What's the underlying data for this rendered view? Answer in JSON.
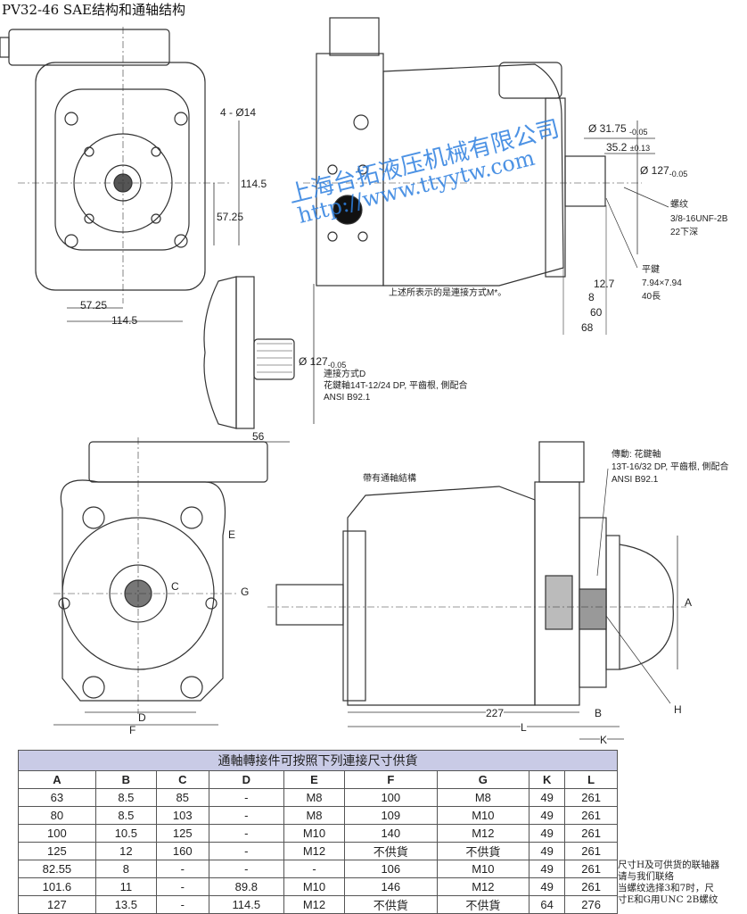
{
  "title": "PV32-46 SAE结构和通轴结构",
  "watermark": {
    "company": "上海台拓液压机械有限公司",
    "url": "http://www.ttyytw.com",
    "color": "#2d7fe0"
  },
  "front_view": {
    "holes": "4 - Ø14",
    "height": "114.5",
    "half_height": "57.25",
    "half_width": "57.25",
    "width": "114.5"
  },
  "side_view": {
    "shaft_dia": "Ø 31.75",
    "shaft_dia_tol": "-0.05",
    "key_height": "35.2",
    "key_height_tol": "±0.13",
    "pilot_dia": "Ø 127",
    "pilot_dia_tol": "-0.05",
    "thread_label": "螺纹",
    "thread_spec": "3/8-16UNF-2B",
    "thread_depth": "22下深",
    "key_label": "平鍵",
    "key_size": "7.94×7.94",
    "key_length": "40長",
    "dim_12_7": "12.7",
    "dim_8": "8",
    "dim_60": "60",
    "dim_68": "68",
    "caption": "上述所表示的是連接方式M*。"
  },
  "spline_view": {
    "pilot_dia": "Ø 127",
    "pilot_dia_tol": "-0.05",
    "line1": "連接方式D",
    "line2": "花鍵軸14T-12/24 DP, 平齒根, 側配合",
    "line3": "ANSI B92.1",
    "dim_56": "56"
  },
  "through_view": {
    "label_e": "E",
    "label_c": "C",
    "label_g": "G",
    "label_d": "D",
    "label_f": "F",
    "caption": "帶有通軸結構",
    "drive_line1": "傳動: 花鍵軸",
    "drive_line2": "13T-16/32 DP, 平齒根, 側配合",
    "drive_line3": "ANSI B92.1",
    "label_a": "A",
    "label_h": "H",
    "dim_227": "227",
    "label_l": "L",
    "label_b": "B",
    "label_k": "K"
  },
  "table": {
    "caption": "通軸轉接件可按照下列連接尺寸供貨",
    "header_bg": "#c9cbe6",
    "columns": [
      "A",
      "B",
      "C",
      "D",
      "E",
      "F",
      "G",
      "K",
      "L"
    ],
    "rows": [
      [
        "63",
        "8.5",
        "85",
        "-",
        "M8",
        "100",
        "M8",
        "49",
        "261"
      ],
      [
        "80",
        "8.5",
        "103",
        "-",
        "M8",
        "109",
        "M10",
        "49",
        "261"
      ],
      [
        "100",
        "10.5",
        "125",
        "-",
        "M10",
        "140",
        "M12",
        "49",
        "261"
      ],
      [
        "125",
        "12",
        "160",
        "-",
        "M12",
        "不供貨",
        "不供貨",
        "49",
        "261"
      ],
      [
        "82.55",
        "8",
        "-",
        "-",
        "-",
        "106",
        "M10",
        "49",
        "261"
      ],
      [
        "101.6",
        "11",
        "-",
        "89.8",
        "M10",
        "146",
        "M12",
        "49",
        "261"
      ],
      [
        "127",
        "13.5",
        "-",
        "114.5",
        "M12",
        "不供貨",
        "不供貨",
        "64",
        "276"
      ]
    ]
  },
  "note": [
    "尺寸H及可供货的联轴器",
    "请与我们联络",
    "当螺纹选择3和7时，尺",
    "寸E和G用UNC 2B螺纹"
  ]
}
